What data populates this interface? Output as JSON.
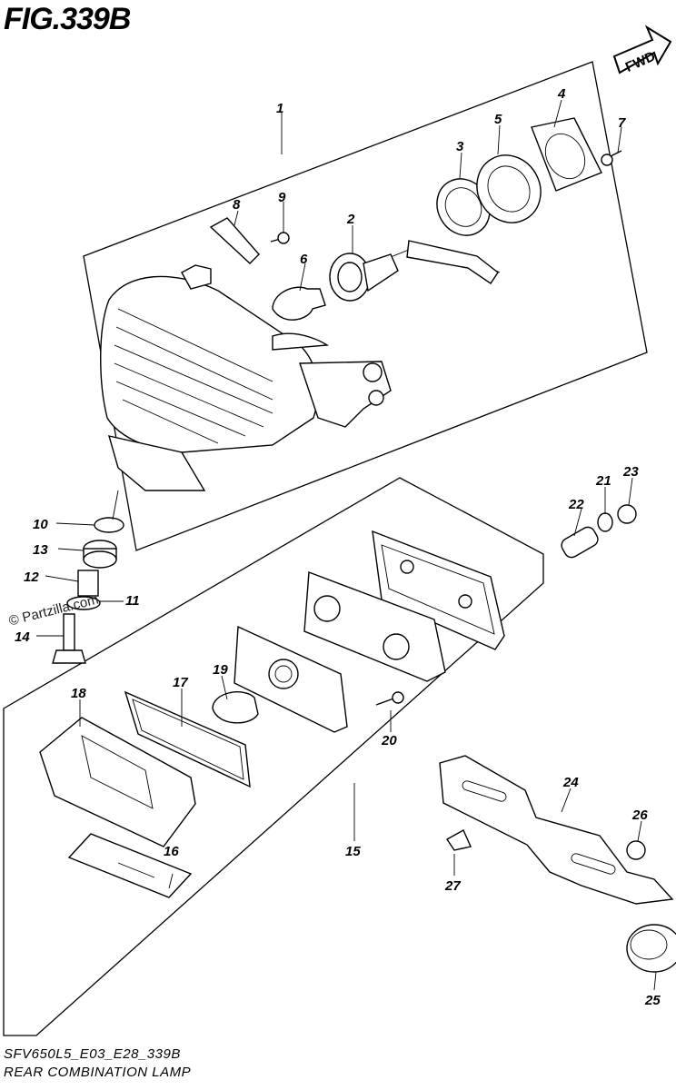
{
  "figure": {
    "title": "FIG.339B",
    "fwd_label": "FWD",
    "watermark": "© Partzilla.com",
    "caption_code": "SFV650L5_E03_E28_339B",
    "caption_name": "REAR COMBINATION LAMP"
  },
  "callouts": [
    "1",
    "2",
    "3",
    "4",
    "5",
    "6",
    "7",
    "8",
    "9",
    "10",
    "11",
    "12",
    "13",
    "14",
    "15",
    "16",
    "17",
    "18",
    "19",
    "20",
    "21",
    "22",
    "23",
    "24",
    "25",
    "26",
    "27"
  ]
}
